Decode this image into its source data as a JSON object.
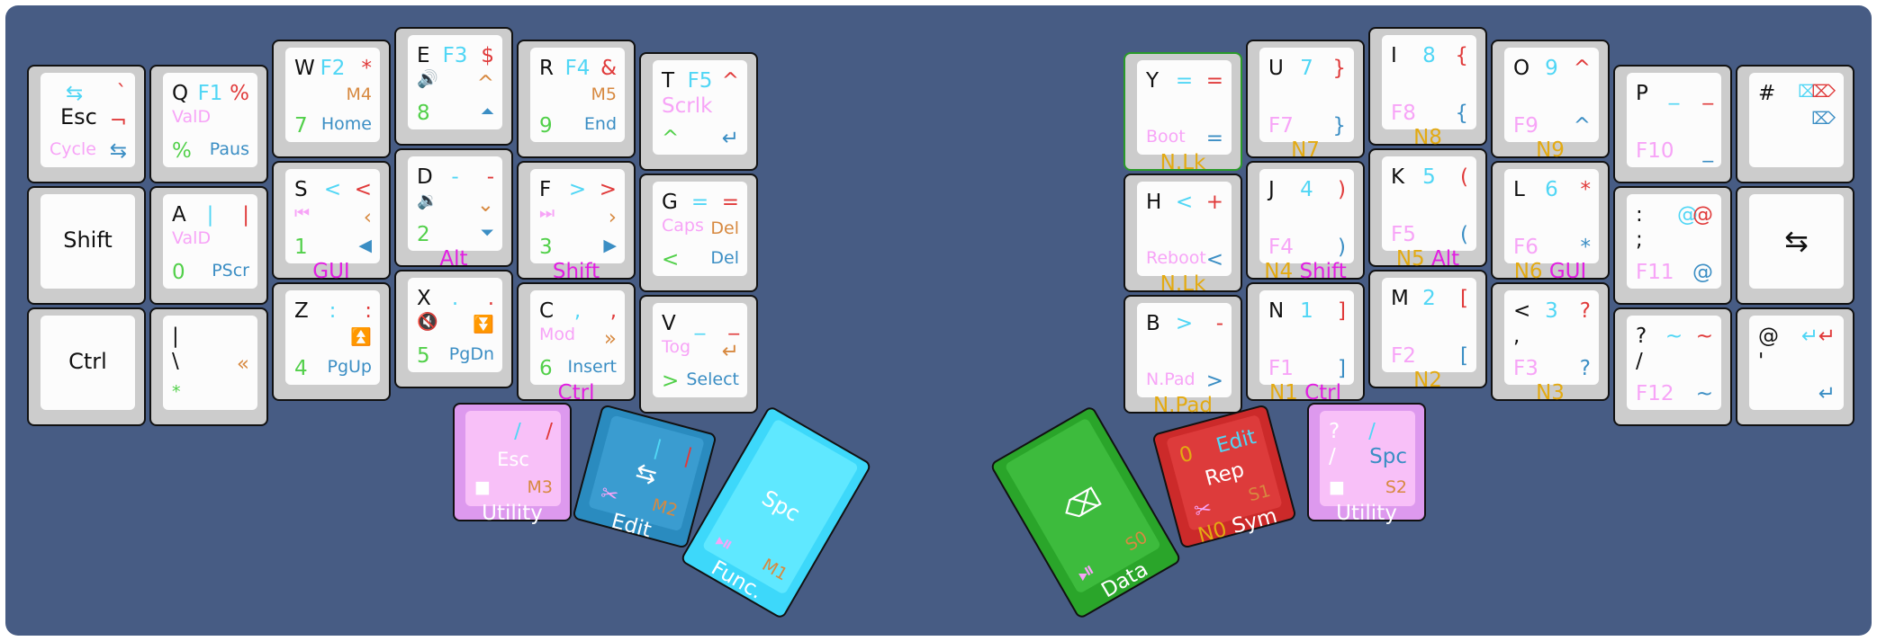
{
  "colors": {
    "background": "#475c84",
    "key": "#cccccc",
    "utility": "#dd99ee",
    "edit": "#2a8bbf",
    "func": "#3dd8fa",
    "data": "#2aa52a",
    "sym": "#cc2a2a"
  },
  "keys": {
    "esc": {
      "tl": "⇆",
      "tr": "`",
      "center": "Esc",
      "mr": "¬",
      "bl": "Cycle",
      "br": "⇆"
    },
    "q": {
      "tl": "Q",
      "tm": "F1",
      "tr": "%",
      "ml": "ValD",
      "bl": "%",
      "br": "Paus"
    },
    "w": {
      "tl": "W",
      "tm": "F2",
      "tr": "*",
      "mr": "M4",
      "bl": "7",
      "br": "Home"
    },
    "e": {
      "tl": "E",
      "tm": "F3",
      "tr": "$",
      "ml": "🔊",
      "mr": "^",
      "bl": "8",
      "br": "⏶"
    },
    "r": {
      "tl": "R",
      "tm": "F4",
      "tr": "&",
      "mr": "M5",
      "bl": "9",
      "br": "End"
    },
    "t": {
      "tl": "T",
      "tm": "F5",
      "tr": "^",
      "ml": "Scrlk",
      "bl": "^",
      "br": "↵"
    },
    "shift": {
      "center": "Shift"
    },
    "a": {
      "tl": "A",
      "tm": "|",
      "tr": "|",
      "ml": "ValD",
      "bl": "0",
      "br": "PScr"
    },
    "s": {
      "tl": "S",
      "tm": "<",
      "tr": "<",
      "ml": "⏮",
      "mr": "‹",
      "bl": "1",
      "br": "◀",
      "layer": "GUI"
    },
    "d": {
      "tl": "D",
      "tm": "-",
      "tr": "-",
      "ml": "🔉",
      "mr": "⌄",
      "bl": "2",
      "br": "⏷",
      "layer": "Alt"
    },
    "f": {
      "tl": "F",
      "tm": ">",
      "tr": ">",
      "ml": "⏭",
      "mr": "›",
      "bl": "3",
      "br": "▶",
      "layer": "Shift"
    },
    "g": {
      "tl": "G",
      "tm": "=",
      "tr": "=",
      "ml": "Caps",
      "mr": "Del",
      "bl": "<",
      "br": "Del"
    },
    "ctrl": {
      "center": "Ctrl"
    },
    "pipe": {
      "tl": "|",
      "ml": "\\",
      "mr": "«",
      "bl": "*"
    },
    "z": {
      "tl": "Z",
      "tm": ":",
      "tr": ":",
      "mr": "⏫",
      "bl": "4",
      "br": "PgUp"
    },
    "x": {
      "tl": "X",
      "tm": ".",
      "tr": ".",
      "ml": "🔇",
      "mr": "⏬",
      "bl": "5",
      "br": "PgDn"
    },
    "c": {
      "tl": "C",
      "tm": ",",
      "tr": ",",
      "ml": "Mod",
      "mr": "»",
      "bl": "6",
      "br": "Insert",
      "layer": "Ctrl"
    },
    "v": {
      "tl": "V",
      "tm": "_",
      "tr": "_",
      "ml": "Tog",
      "mr": "↵",
      "bl": ">",
      "br": "Select"
    },
    "y": {
      "tl": "Y",
      "tm": "=",
      "tr": "=",
      "bl": "Boot",
      "br": "=",
      "layer": "N.Lk"
    },
    "u": {
      "tl": "U",
      "tm": "7",
      "tr": "}",
      "bl": "F7",
      "br": "}",
      "layer": "N7"
    },
    "i": {
      "tl": "I",
      "tm": "8",
      "tr": "{",
      "bl": "F8",
      "br": "{",
      "layer": "N8"
    },
    "o": {
      "tl": "O",
      "tm": "9",
      "tr": "^",
      "bl": "F9",
      "br": "^",
      "layer": "N9"
    },
    "p": {
      "tl": "P",
      "tm": "_",
      "tr": "_",
      "bl": "F10",
      "br": "_"
    },
    "hash": {
      "tl": "#",
      "tm": "⌦",
      "tr": "⌦",
      "br": "⌦"
    },
    "h": {
      "tl": "H",
      "tm": "<",
      "tr": "+",
      "bl": "Reboot",
      "br": "<",
      "layer": "N.Lk"
    },
    "j": {
      "tl": "J",
      "tm": "4",
      "tr": ")",
      "bl": "F4",
      "br": ")",
      "layer": "N4",
      "layer2": "Shift"
    },
    "k": {
      "tl": "K",
      "tm": "5",
      "tr": "(",
      "bl": "F5",
      "br": "(",
      "layer": "N5",
      "layer2": "Alt"
    },
    "l": {
      "tl": "L",
      "tm": "6",
      "tr": "*",
      "bl": "F6",
      "br": "*",
      "layer": "N6",
      "layer2": "GUI"
    },
    "colon": {
      "tl": ":",
      "tm": "@",
      "tr": "@",
      "ml": ";",
      "bl": "F11",
      "br": "@"
    },
    "swap": {
      "center": "⇆"
    },
    "b": {
      "tl": "B",
      "tm": ">",
      "tr": "-",
      "bl": "N.Pad",
      "br": ">",
      "layer": "N.Pad"
    },
    "n": {
      "tl": "N",
      "tm": "1",
      "tr": "]",
      "bl": "F1",
      "br": "]",
      "layer": "N1",
      "layer2": "Ctrl"
    },
    "m": {
      "tl": "M",
      "tm": "2",
      "tr": "[",
      "bl": "F2",
      "br": "[",
      "layer": "N2"
    },
    "lt": {
      "tl": "<",
      "tm": "3",
      "tr": "?",
      "ml": ",",
      "bl": "F3",
      "br": "?",
      "layer": "N3"
    },
    "q2": {
      "tl": "?",
      "tm": "~",
      "tr": "~",
      "ml": "/",
      "bl": "F12",
      "br": "~"
    },
    "at": {
      "tl": "@",
      "tm": "↵",
      "tr": "↵",
      "ml": "'",
      "br": "↵"
    }
  },
  "thumbs": {
    "l_utility": {
      "tm": "/",
      "tr": "/",
      "center": "Esc",
      "bl": "■",
      "br": "M3",
      "layer": "Utility"
    },
    "l_edit": {
      "tm": "|",
      "tr": "|",
      "center": "⇆",
      "bl": "✂",
      "br": "M2",
      "layer": "Edit"
    },
    "l_func": {
      "center": "Spc",
      "bl": "⏯",
      "br": "M1",
      "layer": "Func."
    },
    "r_data": {
      "center": "⌫",
      "bl": "⏯",
      "br": "S0",
      "layer": "Data"
    },
    "r_sym": {
      "tl": "0",
      "tr": "Edit",
      "center": "Rep",
      "bl": "✂",
      "br": "S1",
      "layer": "N0",
      "layer2": "Sym"
    },
    "r_utility": {
      "tl": "?",
      "tm": "/",
      "ml": "/",
      "mr": "Spc",
      "bl": "■",
      "br": "S2",
      "layer": "Utility"
    }
  }
}
